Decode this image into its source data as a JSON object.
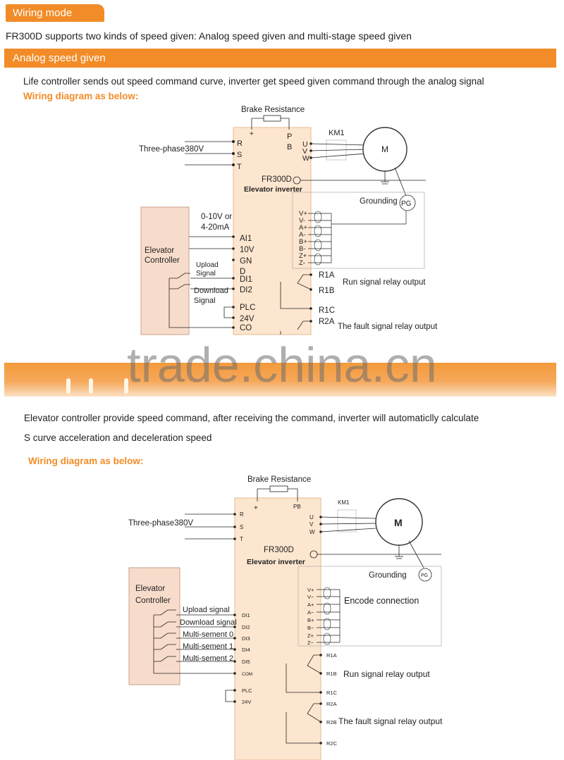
{
  "header": {
    "badge_label": "Wiring mode"
  },
  "intro": "FR300D supports two kinds of speed given: Analog speed given and multi-stage speed given",
  "analog_section": {
    "bar_label": "Analog speed given",
    "description": "Life controller sends out speed command curve, inverter get speed given command through the analog signal",
    "wiring_label": "Wiring diagram as below:"
  },
  "multistage_section": {
    "description_line1": "Elevator controller provide speed command,  after receiving the command,  inverter will automaticlly calculate",
    "description_line2": "S curve acceleration and deceleration speed",
    "wiring_label": "Wiring diagram as below:"
  },
  "watermark": "trade.china.cn",
  "diagram1": {
    "brake_resistance": "Brake Resistance",
    "plus": "+",
    "p": "P",
    "b": "B",
    "three_phase": "Three-phase380V",
    "r": "R",
    "s": "S",
    "t": "T",
    "km1": "KM1",
    "u": "U",
    "v": "V",
    "w": "W",
    "motor": "M",
    "model": "FR300D",
    "inverter": "Elevator inverter",
    "grounding": "Grounding",
    "pg": "PG",
    "encoder_pins": [
      "V+",
      "V-",
      "A+",
      "A-",
      "B+",
      "B-",
      "Z+",
      "Z-"
    ],
    "analog_range_1": "0-10V or",
    "analog_range_2": "4-20mA",
    "ai1": "AI1",
    "v10": "10V",
    "gn": "GN",
    "d": "D",
    "di1": "DI1",
    "di2": "DI2",
    "plc": "PLC",
    "v24": "24V",
    "co": "CO",
    "controller_line1": "Elevator",
    "controller_line2": "Controller",
    "upload_1": "Upload",
    "upload_2": "Signal",
    "download_1": "Download",
    "download_2": "Signal",
    "r1a": "R1A",
    "r1b": "R1B",
    "r1c": "R1C",
    "r2a": "R2A",
    "run_relay": "Run signal relay output",
    "fault_relay": "The fault signal relay output"
  },
  "diagram2": {
    "brake_resistance": "Brake Resistance",
    "plus": "+",
    "pb": "PB",
    "three_phase": "Three-phase380V",
    "r": "R",
    "s": "S",
    "t": "T",
    "km1": "KM1",
    "u": "U",
    "v": "V",
    "w": "W",
    "motor": "M",
    "model": "FR300D",
    "inverter": "Elevator inverter",
    "grounding": "Grounding",
    "pg": "PG",
    "encoder_pins": [
      "V+",
      "V−",
      "A+",
      "A−",
      "B+",
      "B−",
      "Z+",
      "Z−"
    ],
    "encode_connection": "Encode connection",
    "controller_line1": "Elevator",
    "controller_line2": "Controller",
    "signals": [
      "Upload signal",
      "Download signal",
      "Multi-sement 0",
      "Multi-sement 1",
      "Multi-sement 2"
    ],
    "di_terminals": [
      "DI1",
      "DI2",
      "DI3",
      "DI4",
      "DI5"
    ],
    "com": "COM",
    "plc": "PLC",
    "v24": "24V",
    "r1a": "R1A",
    "r1b": "R1B",
    "r1c": "R1C",
    "r2a": "R2A",
    "r2b": "R2B",
    "r2c": "R2C",
    "run_relay": "Run signal relay output",
    "fault_relay": "The fault signal relay output"
  }
}
